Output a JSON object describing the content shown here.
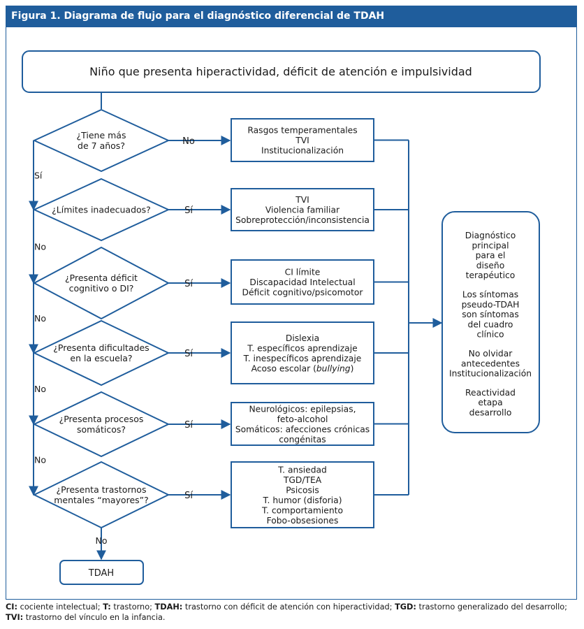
{
  "figure_title": "Figura 1. Diagrama de flujo para el diagnóstico diferencial de TDAH",
  "start_box": "Niño que presenta hiperactividad, déficit de atención e impulsividad",
  "decisions": [
    {
      "lines": [
        "¿Tiene más",
        "de 7 años?"
      ],
      "yes_label": "No",
      "down_label": "Sí"
    },
    {
      "lines": [
        "¿Límites inadecuados?"
      ],
      "yes_label": "Sí",
      "down_label": "No"
    },
    {
      "lines": [
        "¿Presenta déficit",
        "cognitivo o DI?"
      ],
      "yes_label": "Sí",
      "down_label": "No"
    },
    {
      "lines": [
        "¿Presenta dificultades",
        "en la escuela?"
      ],
      "yes_label": "Sí",
      "down_label": "No"
    },
    {
      "lines": [
        "¿Presenta procesos",
        "somáticos?"
      ],
      "yes_label": "Sí",
      "down_label": "No"
    },
    {
      "lines": [
        "¿Presenta trastornos",
        "mentales “mayores”?"
      ],
      "yes_label": "Sí",
      "down_label": "No"
    }
  ],
  "outcome_boxes": [
    {
      "lines": [
        "Rasgos temperamentales",
        "TVI",
        "Institucionalización"
      ]
    },
    {
      "lines": [
        "TVI",
        "Violencia familiar",
        "Sobreprotección/inconsistencia"
      ]
    },
    {
      "lines": [
        "CI límite",
        "Discapacidad Intelectual",
        "Déficit cognitivo/psicomotor"
      ]
    },
    {
      "lines": [
        "Dislexia",
        "T. específicos aprendizaje",
        "T. inespecíficos aprendizaje",
        "Acoso escolar (bullying)"
      ]
    },
    {
      "lines": [
        "Neurológicos: epilepsias,",
        "feto-alcohol",
        "Somáticos: afecciones crónicas",
        "congénitas"
      ]
    },
    {
      "lines": [
        "T. ansiedad",
        "TGD/TEA",
        "Psicosis",
        "T. humor (disforia)",
        "T. comportamiento",
        "Fobo-obsesiones"
      ]
    }
  ],
  "final_box": "TDAH",
  "side_box": {
    "lines": [
      "Diagnóstico",
      "principal",
      "para el",
      "diseño",
      "terapéutico",
      "",
      "Los síntomas",
      "pseudo-TDAH",
      "son síntomas",
      "del cuadro",
      "clínico",
      "",
      "No olvidar",
      "antecedentes",
      "Institucionalización",
      "",
      "Reactividad",
      "etapa",
      "desarrollo"
    ]
  },
  "footnote": [
    {
      "bold": "CI:",
      "text": " cociente intelectual; "
    },
    {
      "bold": "T:",
      "text": " trastorno; "
    },
    {
      "bold": "TDAH:",
      "text": " trastorno con déficit de atención con hiperactividad; "
    },
    {
      "bold": "TGD:",
      "text": " trastorno generalizado del desarrollo; "
    },
    {
      "bold": "TVI:",
      "text": " trastorno del vínculo en la infancia."
    }
  ],
  "colors": {
    "accent": "#1f5d9c",
    "line": "#1f5d9c",
    "text": "#1a1a1a",
    "background": "#ffffff"
  }
}
